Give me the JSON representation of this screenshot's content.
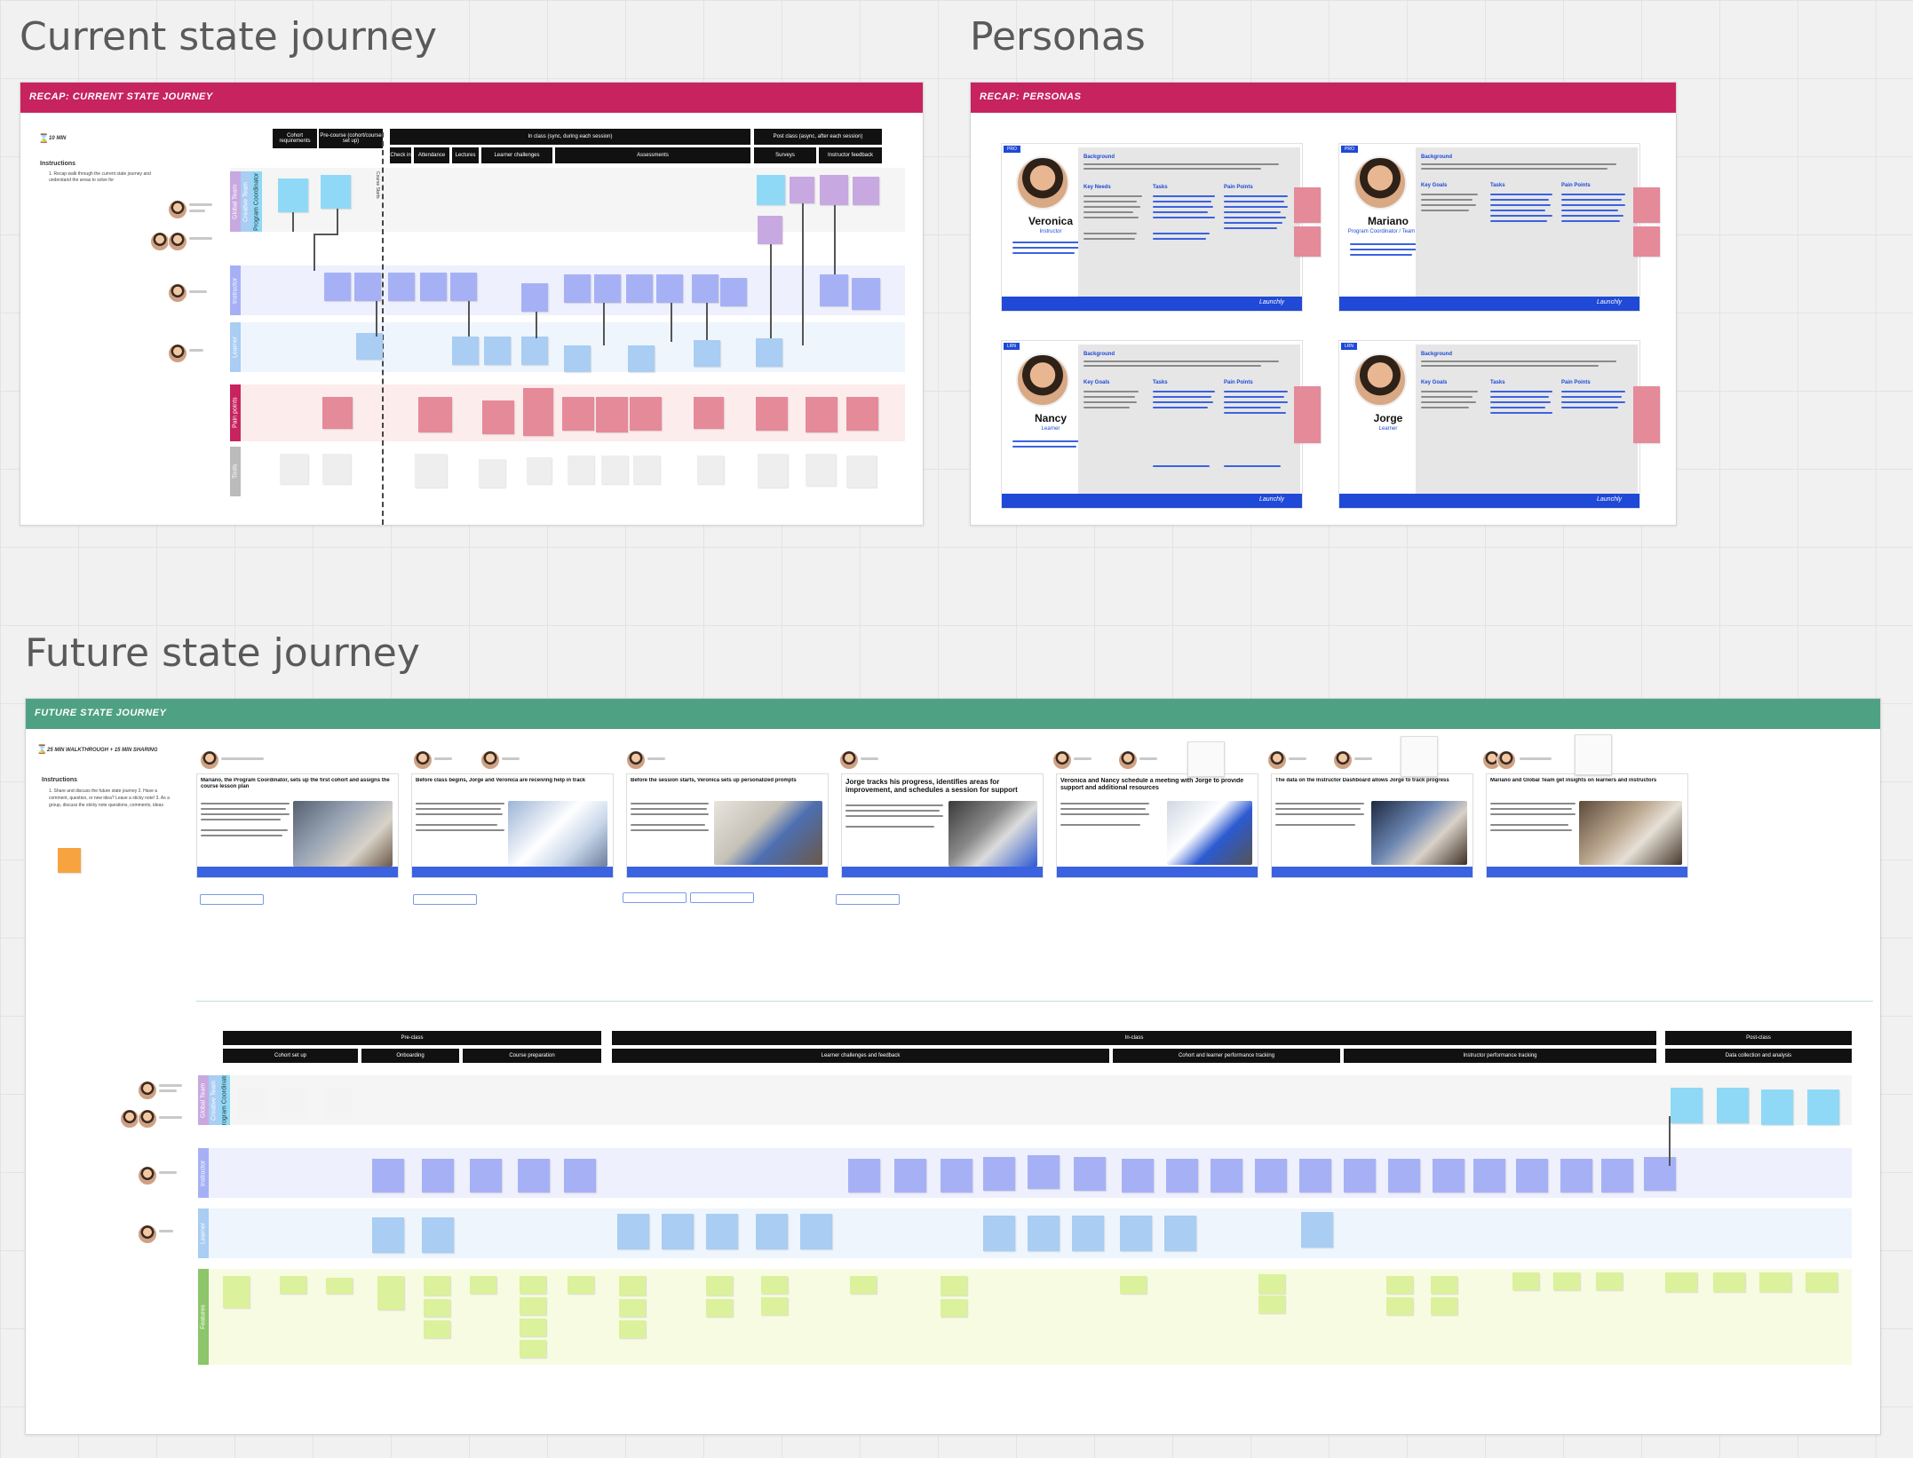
{
  "sections": {
    "current_title": "Current state journey",
    "personas_title": "Personas",
    "future_title": "Future state journey"
  },
  "colors": {
    "current_banner": "#c7235f",
    "personas_banner": "#c7235f",
    "future_banner": "#4fa184",
    "persona_blue": "#1f49d6",
    "note_cyan": "#8fd9f7",
    "note_purple": "#c8a8e0",
    "note_indigo": "#a6b1f5",
    "note_lightblue": "#a9cdf3",
    "note_pink": "#e58a99",
    "note_grey": "#eeeeee",
    "note_yellowgreen": "#dcf19c"
  },
  "current": {
    "banner_label": "Recap: current state journey",
    "time": "10 min",
    "instructions_title": "Instructions",
    "instructions_text": "1. Recap walk through the current state journey and understand the areas to solve for",
    "headers_top": [
      "Cohort requirements",
      "Pre-course (cohort/course set up)",
      "In class (sync, during each session)",
      "Post class (async, after each session)"
    ],
    "headers_sub": [
      "Check in",
      "Attendance",
      "Lectures",
      "Learner challenges",
      "Assessments",
      "Surveys",
      "Instructor feedback"
    ],
    "lanes": [
      "Global Team",
      "Instructor",
      "Learner",
      "Pain points",
      "Tools"
    ],
    "lane_global_sub": [
      "Global Team",
      "Creative Team",
      "Program Coordinator"
    ],
    "course_start": "Course Starts"
  },
  "personas": {
    "banner_label": "Recap: personas",
    "cards": [
      {
        "name": "Veronica",
        "role": "Instructor",
        "tag": "PRO",
        "sections": [
          "Background",
          "Key Needs",
          "Tasks",
          "Pain Points"
        ]
      },
      {
        "name": "Mariano",
        "role": "Program Coordinator / Team Lead",
        "tag": "PRO",
        "sections": [
          "Background",
          "Key Goals",
          "Tasks",
          "Pain Points"
        ]
      },
      {
        "name": "Nancy",
        "role": "Learner",
        "tag": "LRN",
        "sections": [
          "Background",
          "Key Goals",
          "Tasks",
          "Pain Points"
        ]
      },
      {
        "name": "Jorge",
        "role": "Learner",
        "tag": "LRN",
        "sections": [
          "Background",
          "Key Goals",
          "Tasks",
          "Pain Points"
        ]
      }
    ],
    "brand": "Launchly"
  },
  "future": {
    "banner_label": "Future state journey",
    "time": "25 min walkthrough + 15 min sharing",
    "instructions_title": "Instructions",
    "instructions_text": "1. Share and discuss the future state journey  2. Have a comment, question, or new idea? Leave a sticky note!  3. As a group, discuss the sticky note questions, comments, ideas",
    "scenes": [
      "Mariano, the Program Coordinator, sets up the first cohort and assigns the course lesson plan",
      "Before class begins, Jorge and Veronica are receiving help in track",
      "Before the session starts, Veronica sets up personalized prompts",
      "Jorge tracks his progress, identifies areas for improvement, and schedules a session for support",
      "Veronica and Nancy schedule a meeting with Jorge to provide support and additional resources",
      "The data on the Instructor Dashboard allows Jorge to track progress",
      "Mariano and Global Team get insights on learners and instructors"
    ],
    "headers_top": [
      "Pre-class",
      "In-class",
      "Post-class"
    ],
    "headers_sub": [
      "Cohort set up",
      "Onboarding",
      "Course preparation",
      "Learner challenges and feedback",
      "Cohort and learner performance tracking",
      "Instructor performance tracking",
      "Data collection and analysis"
    ],
    "lanes": [
      "Global Team",
      "Instructor",
      "Learner",
      "Features"
    ],
    "lane_global_sub": [
      "Global Team",
      "Creative Team",
      "Program Coordinator"
    ]
  }
}
